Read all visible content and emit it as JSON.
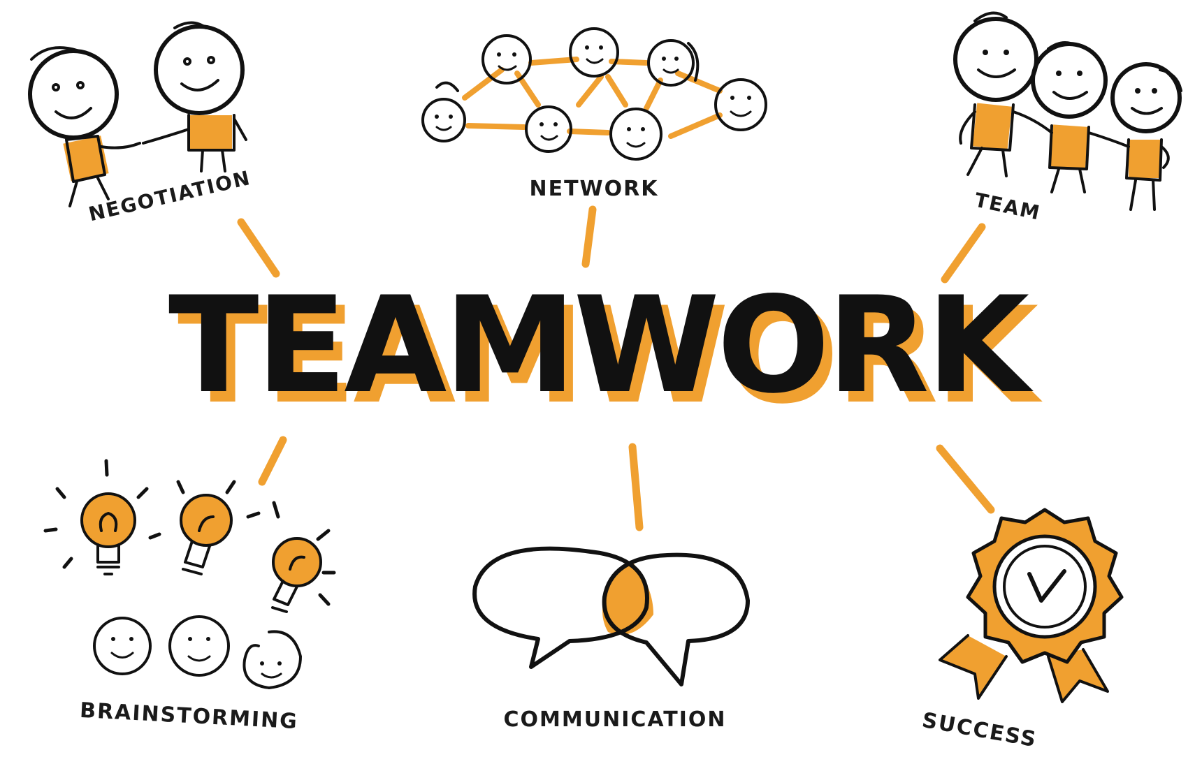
{
  "title": "TEAMWORK",
  "colors": {
    "accent": "#f0a030",
    "ink": "#111111",
    "background": "#ffffff"
  },
  "nodes": {
    "negotiation": "NEGOTIATION",
    "network": "NETWORK",
    "team": "TEAM",
    "brainstorming": "BRAINSTORMING",
    "communication": "COMMUNICATION",
    "success": "SUCCESS"
  },
  "icons": {
    "negotiation": "handshake-figures-icon",
    "network": "connected-faces-icon",
    "team": "three-people-icon",
    "brainstorming": "lightbulbs-and-faces-icon",
    "communication": "speech-bubbles-icon",
    "success": "award-rosette-icon"
  }
}
